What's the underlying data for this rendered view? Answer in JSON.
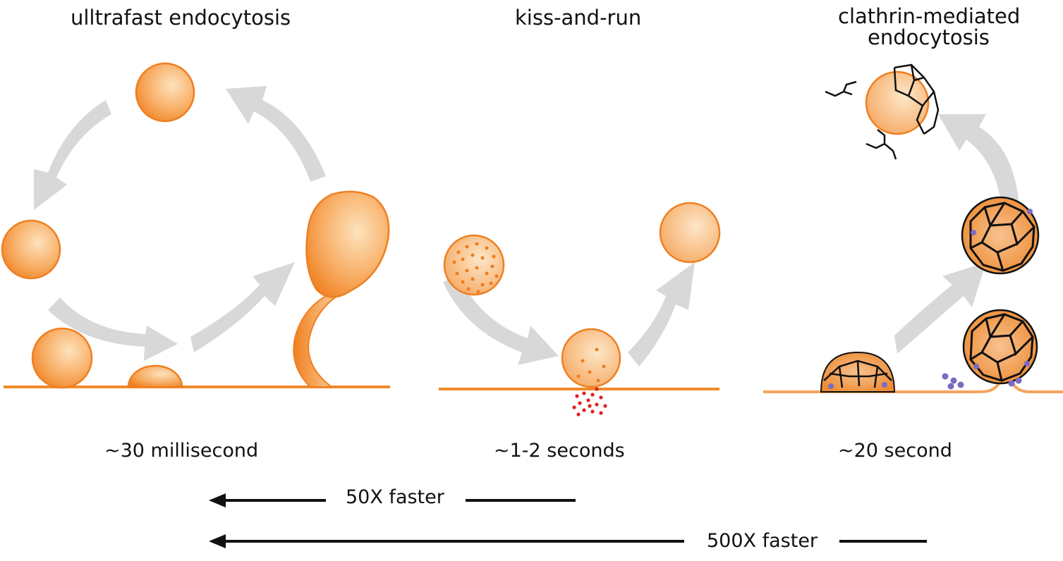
{
  "panels": [
    {
      "title_lines": [
        "ulltrafast endocytosis"
      ],
      "time": "~30 millisecond"
    },
    {
      "title_lines": [
        "kiss-and-run"
      ],
      "time": "~1-2 seconds"
    },
    {
      "title_lines": [
        "clathrin-mediated",
        "endocytosis"
      ],
      "time": "~20 second"
    }
  ],
  "comparisons": [
    {
      "label": "50X faster"
    },
    {
      "label": "500X faster"
    }
  ],
  "colors": {
    "vesicle_light": "#fde0b8",
    "vesicle_mid": "#f7a553",
    "vesicle_dark": "#ee7d1e",
    "membrane": "#f08a2a",
    "arrow_gray": "#d6d6d6",
    "cargo_red": "#e02020",
    "clathrin_black": "#111111",
    "adaptor_purple": "#7a6bc4"
  }
}
